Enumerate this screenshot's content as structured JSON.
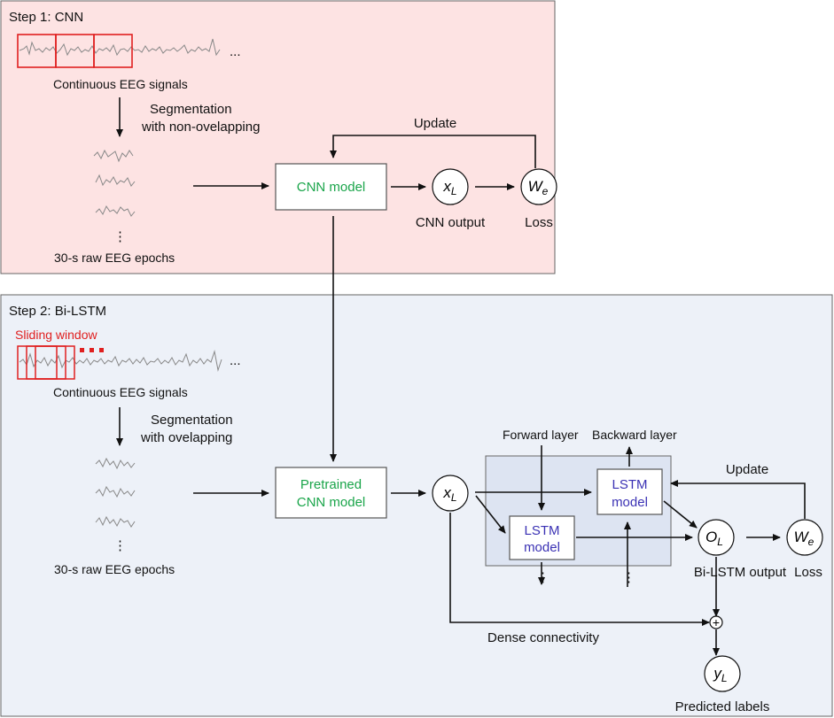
{
  "step1": {
    "title": "Step 1: CNN",
    "signal_label": "Continuous EEG signals",
    "seg_label_1": "Segmentation",
    "seg_label_2": "with non-ovelapping",
    "epochs_label": "30-s raw EEG epochs",
    "model_label": "CNN model",
    "output_label": "CNN output",
    "loss_label": "Loss",
    "update_label": "Update",
    "x_symbol": "x",
    "x_sub": "L",
    "w_symbol": "W",
    "w_sub": "e",
    "ellipsis": "...",
    "vdots": "⋮"
  },
  "step2": {
    "title": "Step 2: Bi-LSTM",
    "sliding_label": "Sliding window",
    "signal_label": "Continuous EEG signals",
    "seg_label_1": "Segmentation",
    "seg_label_2": "with ovelapping",
    "epochs_label": "30-s raw EEG epochs",
    "model_label_1": "Pretrained",
    "model_label_2": "CNN model",
    "forward_label": "Forward layer",
    "backward_label": "Backward layer",
    "lstm_label_1": "LSTM",
    "lstm_label_2": "model",
    "update_label": "Update",
    "output_label": "Bi-LSTM output",
    "loss_label": "Loss",
    "dense_label": "Dense connectivity",
    "pred_label": "Predicted labels",
    "x_symbol": "x",
    "x_sub": "L",
    "o_symbol": "O",
    "o_sub": "L",
    "w_symbol": "W",
    "w_sub": "e",
    "y_symbol": "y",
    "y_sub": "L",
    "plus_symbol": "+",
    "ellipsis": "...",
    "vdots": "⋮"
  },
  "colors": {
    "step1_bg": "#fde3e3",
    "step2_bg": "#edf1f8",
    "lstm_block_bg": "#dde4f2",
    "cnn_text": "#1aa54a",
    "lstm_text": "#3b32b4",
    "window_red": "#e02020"
  }
}
